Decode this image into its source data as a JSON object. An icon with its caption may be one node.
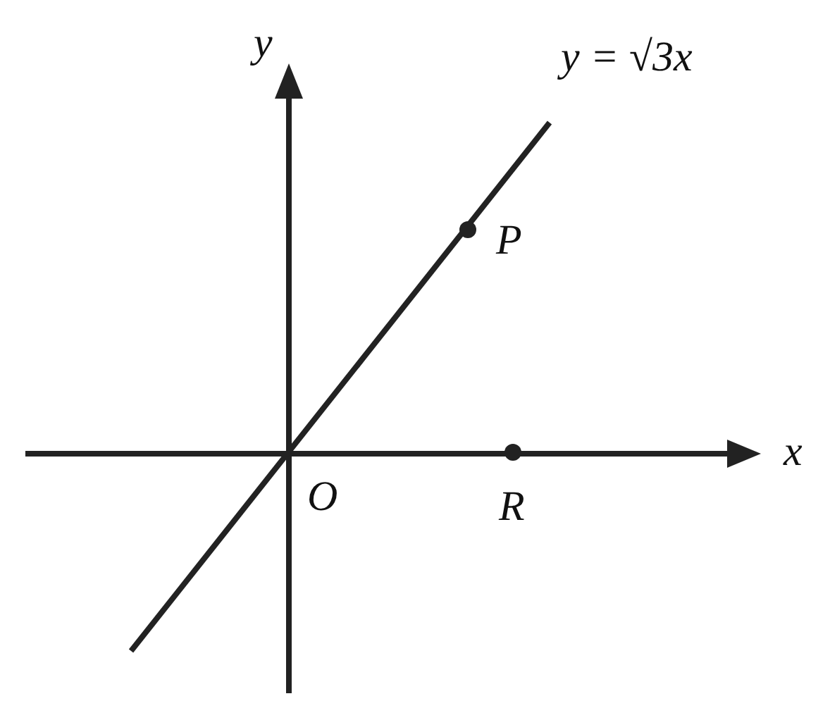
{
  "diagram": {
    "labels": [
      "y",
      "y = √3x",
      "P",
      "x",
      "O",
      "R"
    ]
  }
}
